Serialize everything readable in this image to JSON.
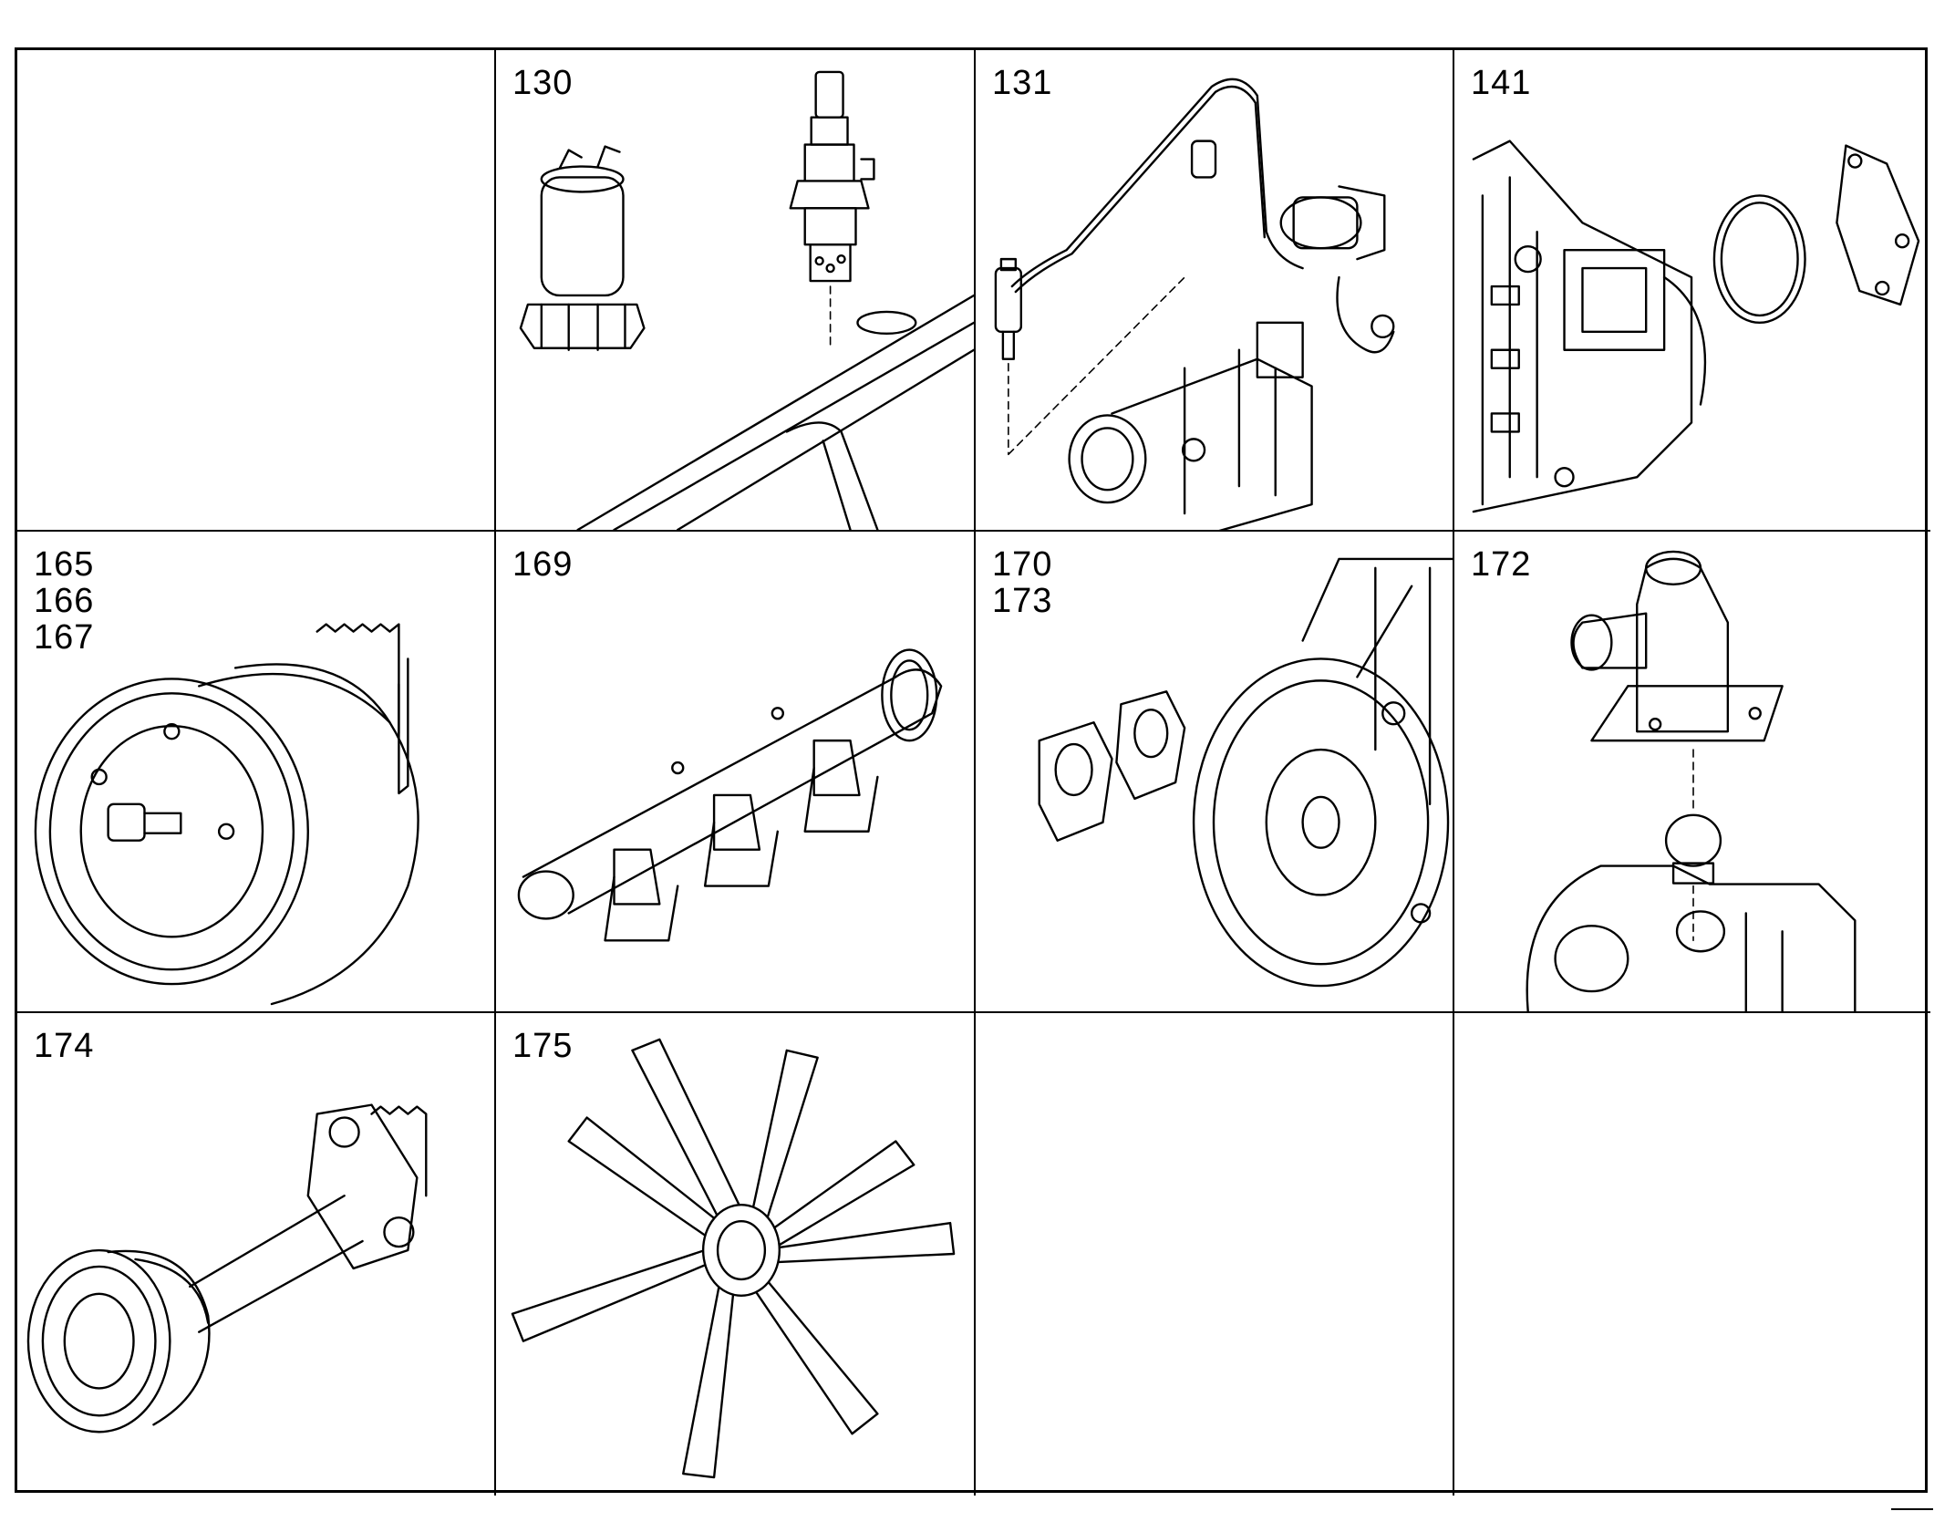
{
  "cells": [
    {
      "labels": []
    },
    {
      "labels": [
        "130"
      ],
      "art": "glow-plug-and-relay"
    },
    {
      "labels": [
        "131"
      ],
      "art": "injection-line-and-pump"
    },
    {
      "labels": [
        "141"
      ],
      "art": "timing-cover-gasket"
    },
    {
      "labels": [
        "165",
        "166",
        "167"
      ],
      "art": "crankshaft-pulley"
    },
    {
      "labels": [
        "169"
      ],
      "art": "exhaust-manifold"
    },
    {
      "labels": [
        "170",
        "173"
      ],
      "art": "flywheel-and-plates"
    },
    {
      "labels": [
        "172"
      ],
      "art": "thermostat-housing"
    },
    {
      "labels": [
        "174"
      ],
      "art": "drive-shaft-pulley"
    },
    {
      "labels": [
        "175"
      ],
      "art": "cooling-fan"
    },
    {
      "labels": []
    },
    {
      "labels": []
    }
  ]
}
